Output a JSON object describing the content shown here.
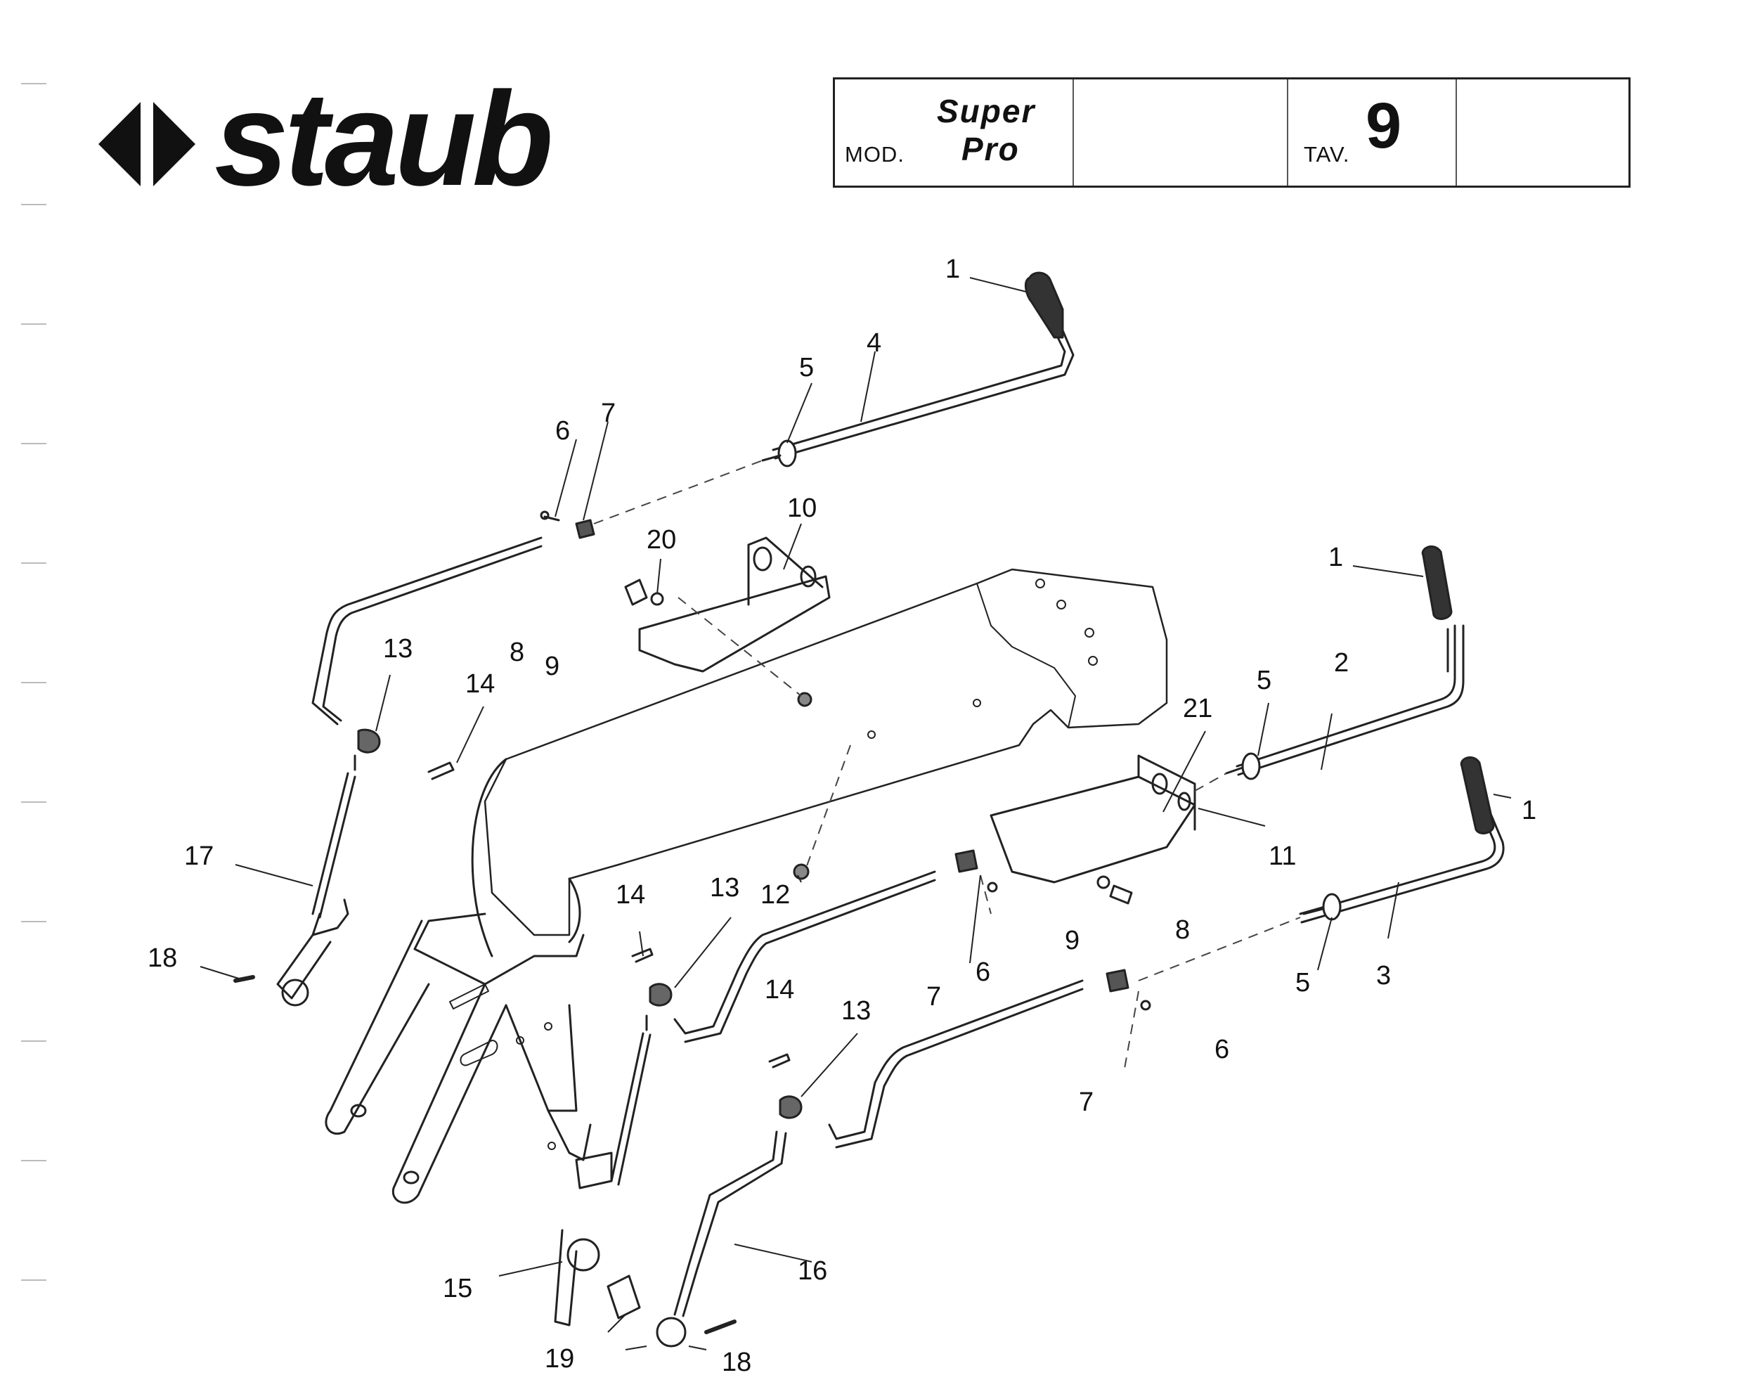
{
  "header": {
    "brand": "staub",
    "mod_label": "MOD.",
    "model_line_1": "Super",
    "model_line_2": "Pro",
    "tav_label": "TAV.",
    "tav_number": "9"
  },
  "callouts": [
    {
      "id": "c1a",
      "text": "1"
    },
    {
      "id": "c1b",
      "text": "1"
    },
    {
      "id": "c1c",
      "text": "1"
    },
    {
      "id": "c2",
      "text": "2"
    },
    {
      "id": "c3",
      "text": "3"
    },
    {
      "id": "c4",
      "text": "4"
    },
    {
      "id": "c5a",
      "text": "5"
    },
    {
      "id": "c5b",
      "text": "5"
    },
    {
      "id": "c5c",
      "text": "5"
    },
    {
      "id": "c6a",
      "text": "6"
    },
    {
      "id": "c6b",
      "text": "6"
    },
    {
      "id": "c6c",
      "text": "6"
    },
    {
      "id": "c7a",
      "text": "7"
    },
    {
      "id": "c7b",
      "text": "7"
    },
    {
      "id": "c7c",
      "text": "7"
    },
    {
      "id": "c8a",
      "text": "8"
    },
    {
      "id": "c8b",
      "text": "8"
    },
    {
      "id": "c9a",
      "text": "9"
    },
    {
      "id": "c9b",
      "text": "9"
    },
    {
      "id": "c10",
      "text": "10"
    },
    {
      "id": "c11",
      "text": "11"
    },
    {
      "id": "c12",
      "text": "12"
    },
    {
      "id": "c13a",
      "text": "13"
    },
    {
      "id": "c13b",
      "text": "13"
    },
    {
      "id": "c13c",
      "text": "13"
    },
    {
      "id": "c14a",
      "text": "14"
    },
    {
      "id": "c14b",
      "text": "14"
    },
    {
      "id": "c14c",
      "text": "14"
    },
    {
      "id": "c15",
      "text": "15"
    },
    {
      "id": "c16",
      "text": "16"
    },
    {
      "id": "c17",
      "text": "17"
    },
    {
      "id": "c18a",
      "text": "18"
    },
    {
      "id": "c18b",
      "text": "18"
    },
    {
      "id": "c19",
      "text": "19"
    },
    {
      "id": "c20",
      "text": "20"
    },
    {
      "id": "c21",
      "text": "21"
    }
  ]
}
